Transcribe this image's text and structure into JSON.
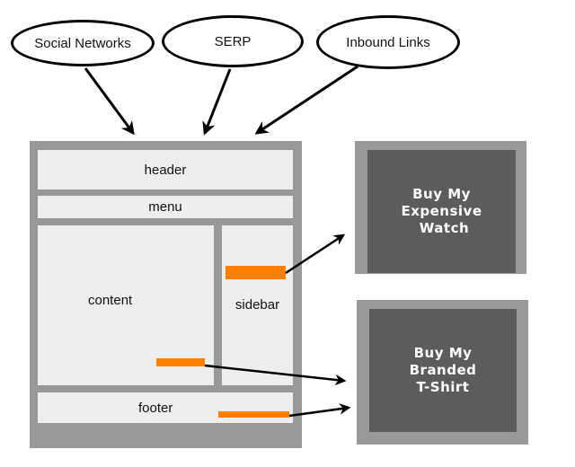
{
  "sources": [
    {
      "id": "social",
      "label": "Social Networks"
    },
    {
      "id": "serp",
      "label": "SERP"
    },
    {
      "id": "inbound",
      "label": "Inbound Links"
    }
  ],
  "page": {
    "header": "header",
    "menu": "menu",
    "content": "content",
    "sidebar": "sidebar",
    "footer": "footer"
  },
  "ads": [
    {
      "id": "watch",
      "lines": [
        "Buy My",
        "Expensive",
        "Watch"
      ]
    },
    {
      "id": "tshirt",
      "lines": [
        "Buy My",
        "Branded",
        "T-Shirt"
      ]
    }
  ],
  "colors": {
    "frame": "#999999",
    "region": "#eeeeee",
    "ad": "#5c5c5c",
    "link": "#ff8000",
    "arrow": "#000000"
  }
}
